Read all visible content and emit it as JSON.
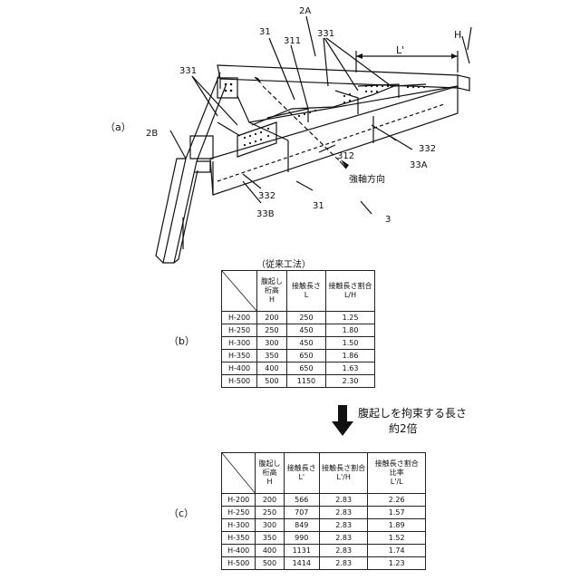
{
  "panels": {
    "a": "（a）",
    "b": "（b）",
    "c": "（c）"
  },
  "figure_labels": {
    "l_2A": "2A",
    "l_31_top": "31",
    "l_311": "311",
    "l_331_top": "331",
    "l_Lprime": "L'",
    "l_H": "H",
    "l_331_left": "331",
    "l_2B": "2B",
    "l_332_right": "332",
    "l_312": "312",
    "l_33A": "33A",
    "l_strong_axis": "強軸方向",
    "l_332_bottom": "332",
    "l_31_bottom": "31",
    "l_33B": "33B",
    "l_3": "3"
  },
  "table_b": {
    "caption": "（従来工法）",
    "headers": [
      "腹起し\n桁高\nH",
      "接触長さ\nL",
      "接触長さ割合\nL/H"
    ],
    "rows": [
      [
        "H-200",
        "200",
        "250",
        "1.25"
      ],
      [
        "H-250",
        "250",
        "450",
        "1.80"
      ],
      [
        "H-300",
        "300",
        "450",
        "1.50"
      ],
      [
        "H-350",
        "350",
        "650",
        "1.86"
      ],
      [
        "H-400",
        "400",
        "650",
        "1.63"
      ],
      [
        "H-500",
        "500",
        "1150",
        "2.30"
      ]
    ]
  },
  "arrow_text": {
    "line1": "腹起しを拘束する長さ",
    "line2": "約2倍"
  },
  "table_c": {
    "headers": [
      "腹起し\n桁高\nH",
      "接触長さ\nL'",
      "接触長さ割合\nL'/H",
      "接触長さ割合\n比率\nL'/L"
    ],
    "rows": [
      [
        "H-200",
        "200",
        "566",
        "2.83",
        "2.26"
      ],
      [
        "H-250",
        "250",
        "707",
        "2.83",
        "1.57"
      ],
      [
        "H-300",
        "300",
        "849",
        "2.83",
        "1.89"
      ],
      [
        "H-350",
        "350",
        "990",
        "2.83",
        "1.52"
      ],
      [
        "H-400",
        "400",
        "1131",
        "2.83",
        "1.74"
      ],
      [
        "H-500",
        "500",
        "1414",
        "2.83",
        "1.23"
      ]
    ]
  }
}
